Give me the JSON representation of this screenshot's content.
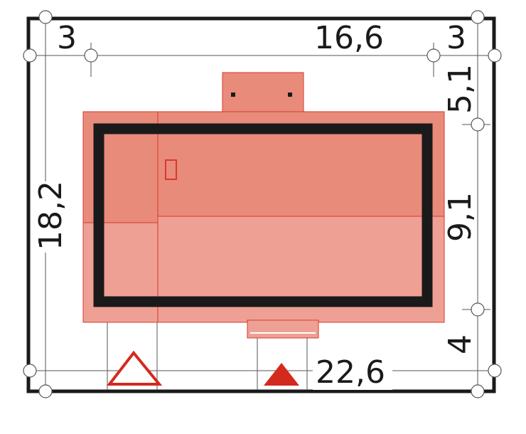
{
  "dimensions": {
    "top_left": "3",
    "top_middle": "16,6",
    "top_right": "3",
    "left_total": "18,2",
    "right_top": "5,1",
    "right_middle": "9,1",
    "right_bottom": "4",
    "bottom_total": "22,6"
  },
  "colors": {
    "plot_border": "#1a1a1a",
    "roof_light": "#eea095",
    "roof_dark": "#e98b7b",
    "roof_line": "#d63a2a",
    "wall": "#1a1a1a",
    "entrance_marker": "#d42a1e",
    "garage_marker": "#d42a1e"
  },
  "icons": {
    "garage_entrance": "outline-triangle-icon",
    "main_entrance": "filled-triangle-icon"
  }
}
